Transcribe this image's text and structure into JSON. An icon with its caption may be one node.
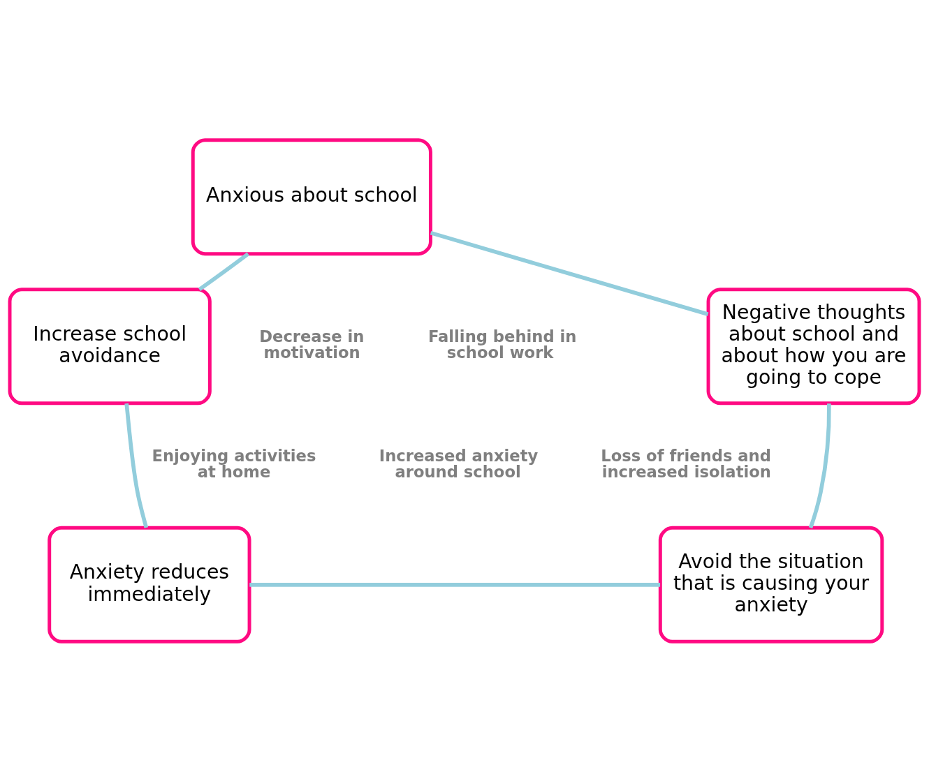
{
  "diagram": {
    "nodes": [
      {
        "text": [
          "Anxious about school"
        ]
      },
      {
        "text": [
          "Increase school avoidance"
        ]
      },
      {
        "text": [
          "Negative thoughts about school and about how you are going to cope"
        ]
      },
      {
        "text": [
          "Anxiety reduces immediately"
        ]
      },
      {
        "text": [
          "Avoid the situation that is causing your anxiety"
        ]
      }
    ],
    "edges": [
      {
        "from": 0,
        "to": 2,
        "arrow": "none"
      },
      {
        "from": 2,
        "to": 4,
        "arrow": "none"
      },
      {
        "from": 4,
        "to": 3,
        "arrow": "none"
      },
      {
        "from": 3,
        "to": 1,
        "arrow": "none"
      },
      {
        "from": 1,
        "to": 0,
        "arrow": "none"
      }
    ],
    "labels": [
      "Decrease in motivation",
      "Falling behind in school work",
      "Enjoying activities at home",
      "Loss of friends and increased isolation",
      "Increased anxiety around school"
    ]
  }
}
